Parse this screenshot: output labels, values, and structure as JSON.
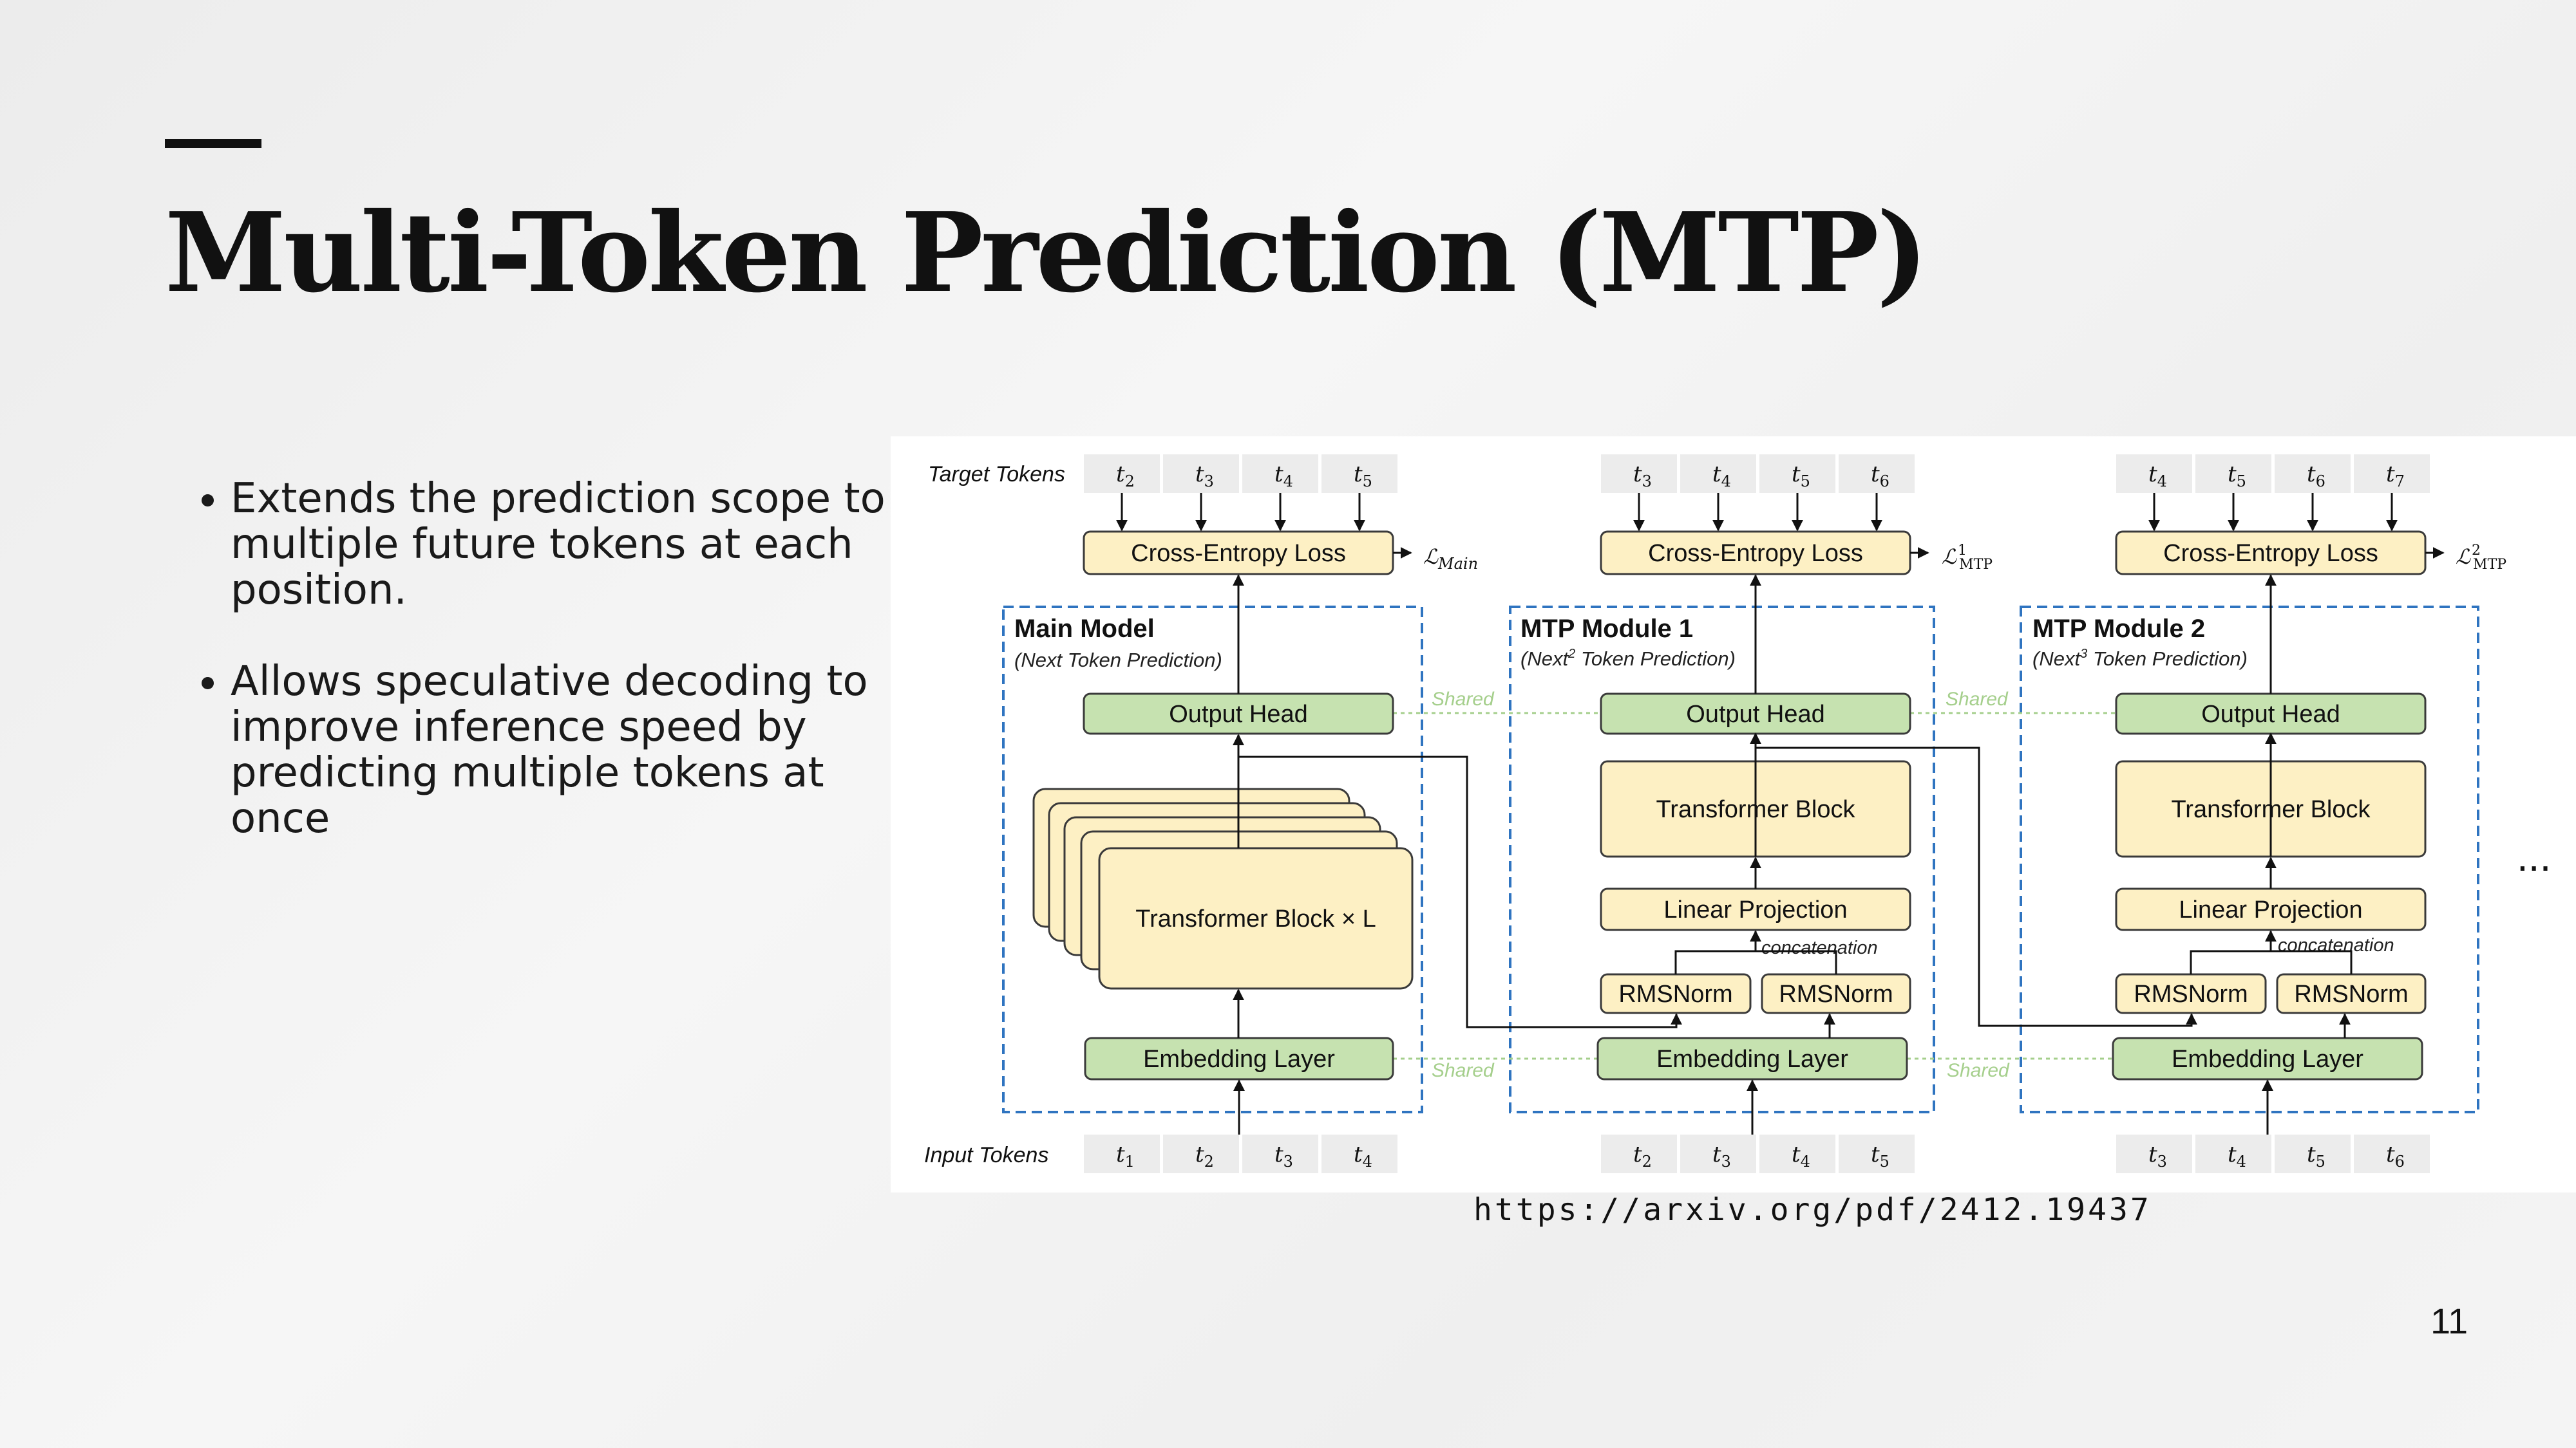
{
  "slide": {
    "title": "Multi-Token Prediction (MTP)",
    "bullets": [
      "Extends the prediction scope to multiple future tokens at each position.",
      "Allows speculative decoding to improve inference speed by predicting multiple tokens at once"
    ],
    "caption": "https://arxiv.org/pdf/2412.19437",
    "page_number": "11"
  },
  "diagram": {
    "target_tokens_label": "Target Tokens",
    "input_tokens_label": "Input Tokens",
    "shared_label": "Shared",
    "concatenation_label": "concatenation",
    "continuation": "...",
    "main_model": {
      "title": "Main Model",
      "subtitle": "(Next Token Prediction)",
      "loss_label": "Cross-Entropy Loss",
      "loss_symbol": "ℒ",
      "loss_sub": "Main",
      "output_head": "Output Head",
      "transformer": "Transformer Block × L",
      "embedding": "Embedding Layer",
      "target_tokens": [
        [
          "t",
          "2"
        ],
        [
          "t",
          "3"
        ],
        [
          "t",
          "4"
        ],
        [
          "t",
          "5"
        ]
      ],
      "input_tokens": [
        [
          "t",
          "1"
        ],
        [
          "t",
          "2"
        ],
        [
          "t",
          "3"
        ],
        [
          "t",
          "4"
        ]
      ]
    },
    "mtp_modules": [
      {
        "title": "MTP Module 1",
        "subtitle_pre": "(Next",
        "subtitle_sup": "2",
        "subtitle_post": " Token Prediction)",
        "loss_label": "Cross-Entropy Loss",
        "loss_symbol": "ℒ",
        "loss_sup": "1",
        "loss_sub": "MTP",
        "output_head": "Output Head",
        "transformer": "Transformer Block",
        "linear_projection": "Linear Projection",
        "rmsnorm_left": "RMSNorm",
        "rmsnorm_right": "RMSNorm",
        "embedding": "Embedding Layer",
        "target_tokens": [
          [
            "t",
            "3"
          ],
          [
            "t",
            "4"
          ],
          [
            "t",
            "5"
          ],
          [
            "t",
            "6"
          ]
        ],
        "input_tokens": [
          [
            "t",
            "2"
          ],
          [
            "t",
            "3"
          ],
          [
            "t",
            "4"
          ],
          [
            "t",
            "5"
          ]
        ]
      },
      {
        "title": "MTP Module 2",
        "subtitle_pre": "(Next",
        "subtitle_sup": "3",
        "subtitle_post": " Token Prediction)",
        "loss_label": "Cross-Entropy Loss",
        "loss_symbol": "ℒ",
        "loss_sup": "2",
        "loss_sub": "MTP",
        "output_head": "Output Head",
        "transformer": "Transformer Block",
        "linear_projection": "Linear Projection",
        "rmsnorm_left": "RMSNorm",
        "rmsnorm_right": "RMSNorm",
        "embedding": "Embedding Layer",
        "target_tokens": [
          [
            "t",
            "4"
          ],
          [
            "t",
            "5"
          ],
          [
            "t",
            "6"
          ],
          [
            "t",
            "7"
          ]
        ],
        "input_tokens": [
          [
            "t",
            "3"
          ],
          [
            "t",
            "4"
          ],
          [
            "t",
            "5"
          ],
          [
            "t",
            "6"
          ]
        ]
      }
    ],
    "colors": {
      "loss_box": "#fdf0c4",
      "transformer_box": "#fdf0c4",
      "green_box": "#c6e2b0",
      "token_box": "#ececec",
      "module_border": "#2f74c0",
      "box_border": "#3a3a3a",
      "shared": "#a5cf8c"
    }
  }
}
